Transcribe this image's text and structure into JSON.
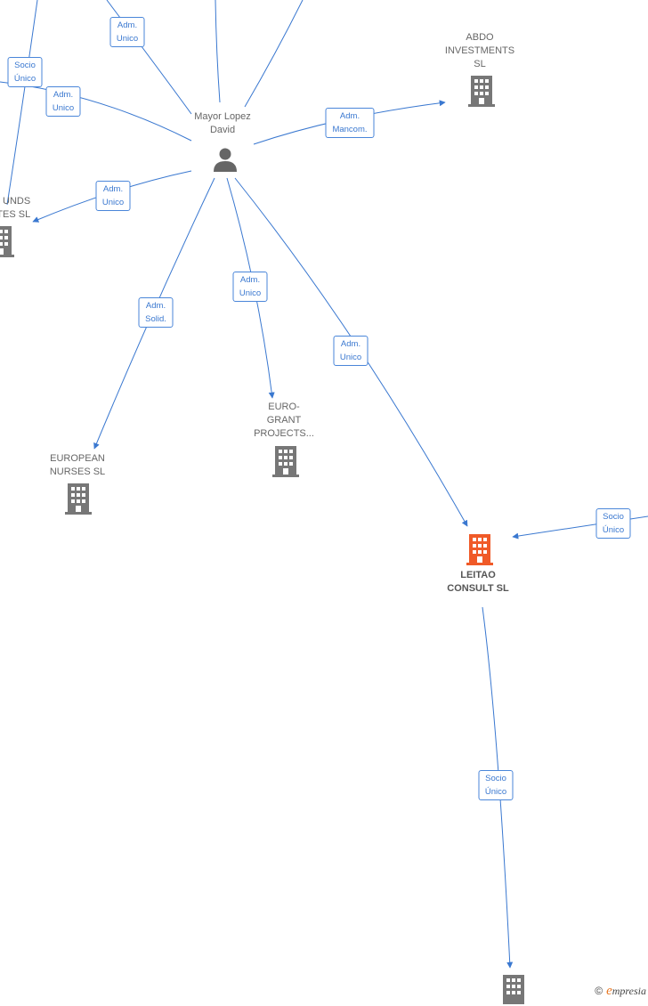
{
  "colors": {
    "edge": "#3a78d0",
    "building_default": "#777777",
    "building_focus": "#f05a28",
    "person": "#666666",
    "brand_accent": "#e87722"
  },
  "nodes": {
    "person": {
      "name": "Mayor Lopez\nDavid",
      "icon": "person-icon"
    },
    "abdo": {
      "name": "ABDO\nINVESTMENTS\nSL",
      "icon": "building-icon"
    },
    "funds": {
      "name": "UNDS\nATES SL",
      "icon": "building-icon"
    },
    "nurses": {
      "name": "EUROPEAN\nNURSES SL",
      "icon": "building-icon"
    },
    "eurogrant": {
      "name": "EURO-\nGRANT\nPROJECTS...",
      "icon": "building-icon"
    },
    "leitao": {
      "name": "LEITAO\nCONSULT SL",
      "icon": "building-icon"
    },
    "bottom": {
      "name": "",
      "icon": "building-icon"
    }
  },
  "edges": [
    {
      "id": "e1",
      "label": "Adm.\nUnico"
    },
    {
      "id": "e2",
      "label": "Socio\nÚnico"
    },
    {
      "id": "e3",
      "label": "Adm.\nUnico"
    },
    {
      "id": "e4",
      "label": "Adm.\nMancom."
    },
    {
      "id": "e5",
      "label": "Adm.\nUnico"
    },
    {
      "id": "e6",
      "label": "Adm.\nSolid."
    },
    {
      "id": "e7",
      "label": "Adm.\nUnico"
    },
    {
      "id": "e8",
      "label": "Adm.\nUnico"
    },
    {
      "id": "e9",
      "label": "Socio\nÚnico"
    },
    {
      "id": "e10",
      "label": "Socio\nÚnico"
    }
  ],
  "brand": {
    "copyright": "©",
    "initial": "e",
    "rest": "mpresia"
  }
}
